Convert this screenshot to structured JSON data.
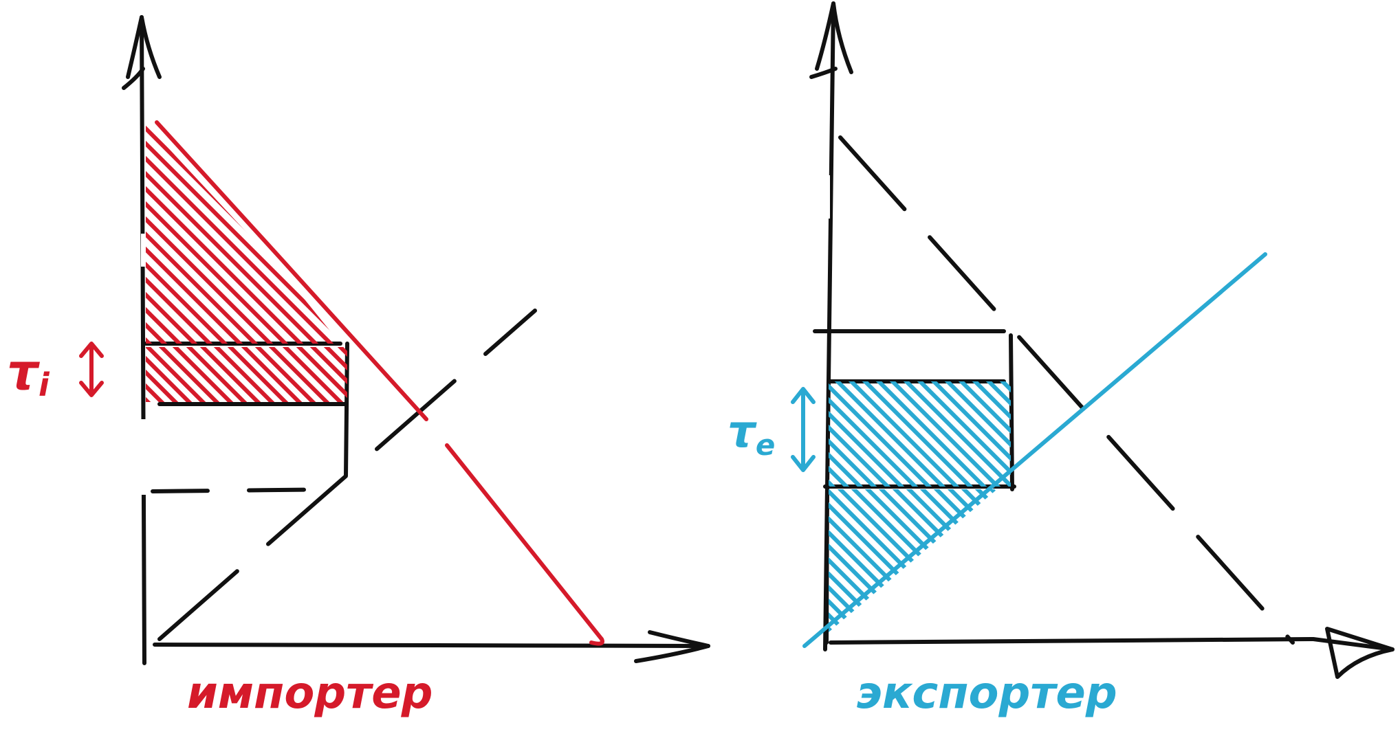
{
  "panels": {
    "left": {
      "caption": "импортер",
      "tau_label": "τ",
      "tau_subscript": "i",
      "color": "#d51a2a"
    },
    "right": {
      "caption": "экспортер",
      "tau_label": "τ",
      "tau_subscript": "e",
      "color": "#2aa9d2"
    }
  },
  "colors": {
    "ink": "#111111"
  }
}
